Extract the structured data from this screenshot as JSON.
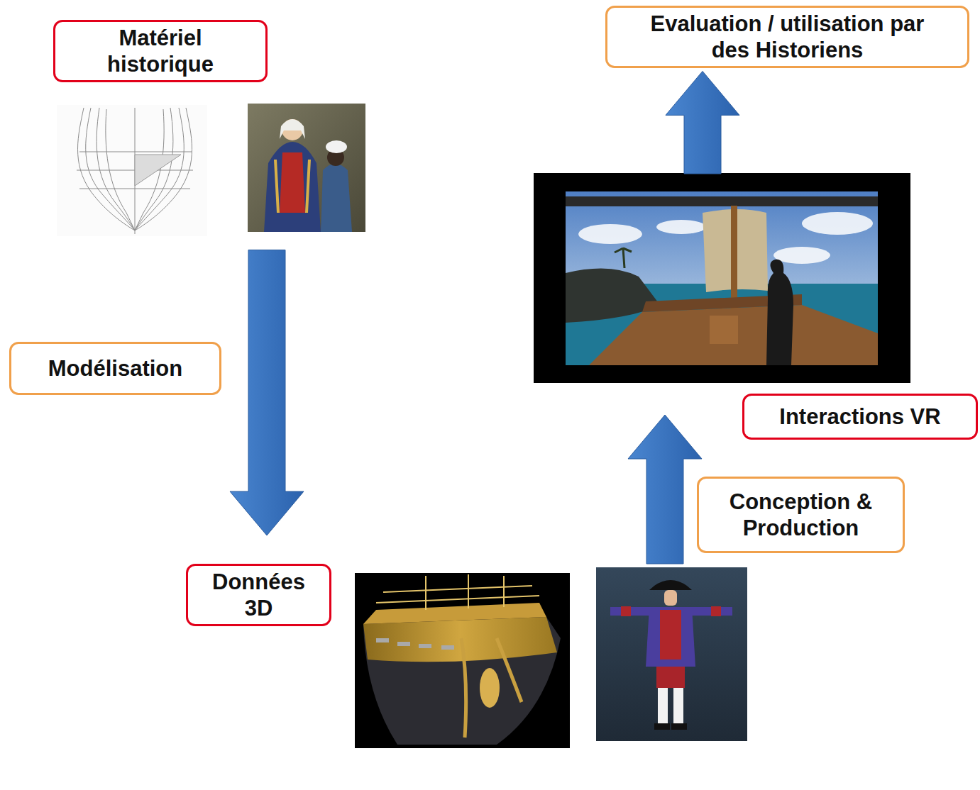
{
  "diagram": {
    "nodes": [
      {
        "text": [
          "Matériel historique"
        ]
      },
      {
        "text": [
          "Modélisation"
        ]
      },
      {
        "text": [
          "Données 3D"
        ]
      },
      {
        "text": [
          "Conception & Production"
        ]
      },
      {
        "text": [
          "Interactions VR"
        ]
      },
      {
        "text": [
          "Evaluation / utilisation par des Historiens"
        ]
      }
    ],
    "edges": [
      {
        "from": 0,
        "to": 2,
        "arrow": "to"
      },
      {
        "from": 2,
        "to": 4,
        "arrow": "to"
      },
      {
        "from": 4,
        "to": 5,
        "arrow": "to"
      }
    ]
  }
}
